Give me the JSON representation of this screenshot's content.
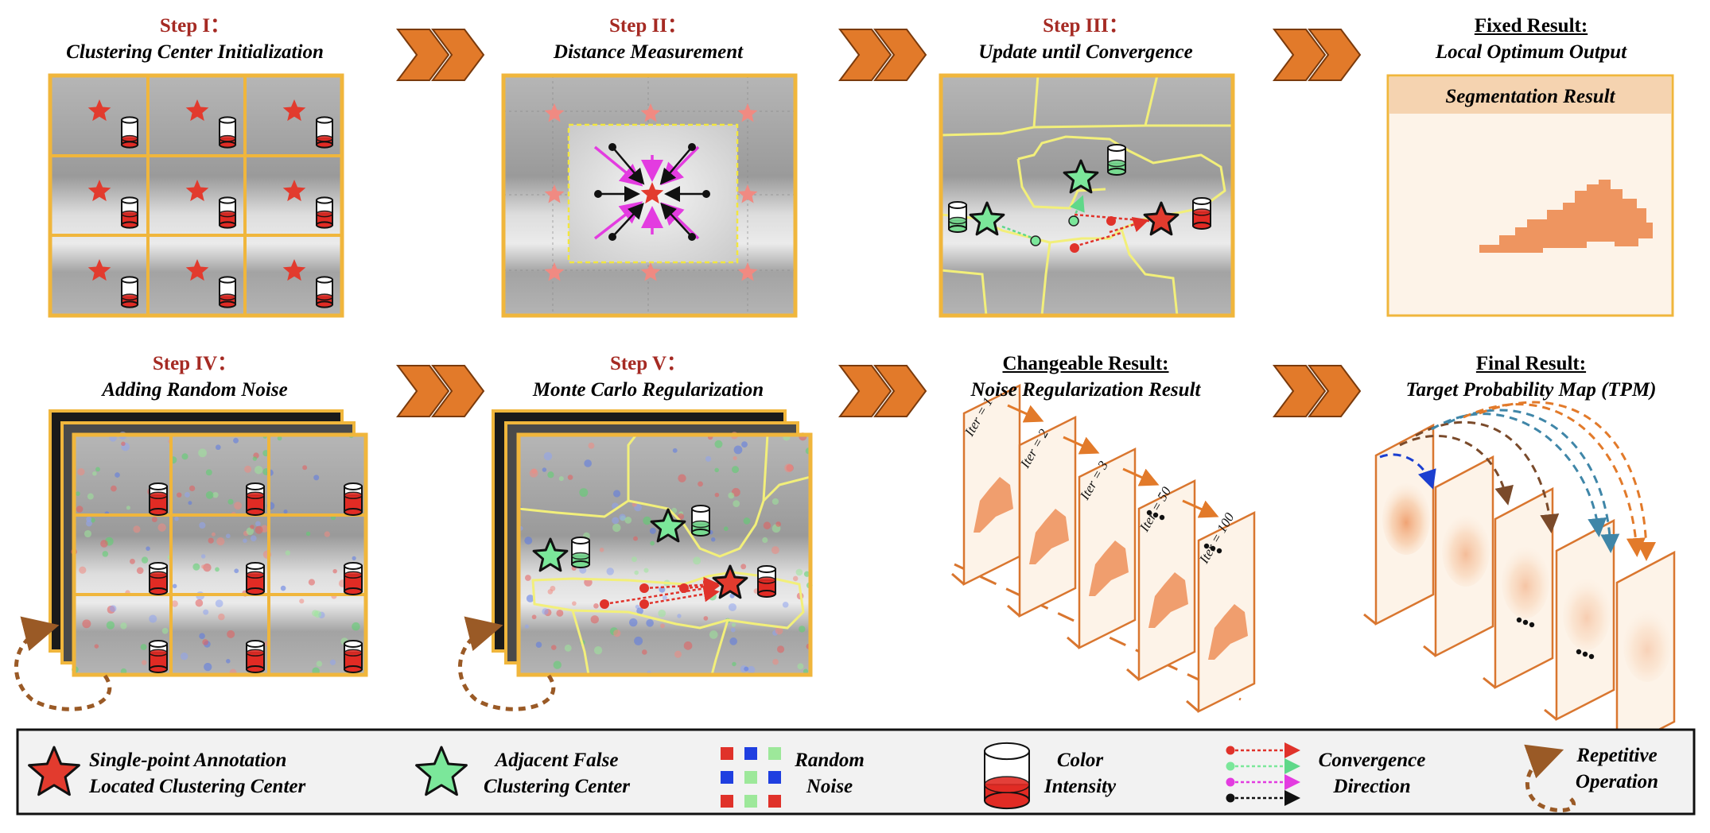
{
  "panels": {
    "step1": {
      "line1": "Step I：",
      "line2": "Clustering Center Initialization"
    },
    "step2": {
      "line1": "Step II：",
      "line2": "Distance Measurement"
    },
    "step3": {
      "line1": "Step III：",
      "line2": "Update until Convergence"
    },
    "fixed": {
      "line1": "Fixed Result:",
      "line2": "Local Optimum Output",
      "box_header": "Segmentation Result"
    },
    "step4": {
      "line1": "Step IV：",
      "line2": "Adding Random Noise"
    },
    "step5": {
      "line1": "Step V：",
      "line2": "Monte Carlo Regularization"
    },
    "changeable": {
      "line1": "Changeable Result:",
      "line2": "Noise Regularization Result",
      "iters": [
        "Iter = 1",
        "Iter = 2",
        "Iter = 3",
        "Iter = 50",
        "Iter = 100"
      ]
    },
    "final": {
      "line1": "Final Result:",
      "line2": "Target Probability Map (TPM)"
    }
  },
  "legend": {
    "annotation_line1": "Single-point  Annotation",
    "annotation_line2": "Located Clustering Center",
    "false_line1": "Adjacent False",
    "false_line2": "Clustering Center",
    "noise_line1": "Random",
    "noise_line2": "Noise",
    "intensity_line1": "Color",
    "intensity_line2": "Intensity",
    "convergence_line1": "Convergence",
    "convergence_line2": "Direction",
    "repetitive_line1": "Repetitive",
    "repetitive_line2": "Operation"
  },
  "colors": {
    "frame_gold": "#f0b63c",
    "chevron_orange": "#e27a2a",
    "red_star": "#e23b2e",
    "green_star": "#7be79a",
    "magenta": "#e33ce0",
    "dotted_brown": "#9a5a26",
    "tpm_orange": "#ee9560"
  }
}
